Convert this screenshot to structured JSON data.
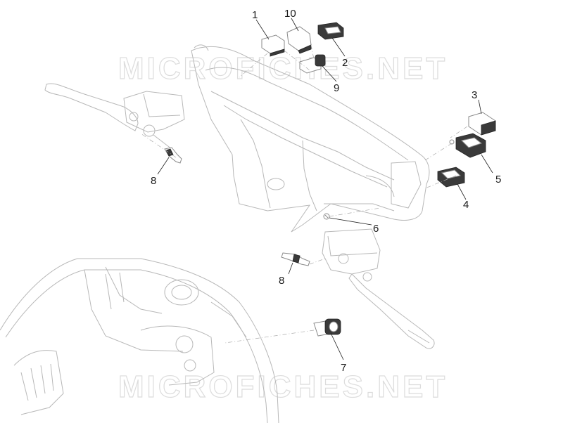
{
  "watermark": "MICROFICHES.NET",
  "callouts": [
    {
      "id": "c1",
      "text": "1"
    },
    {
      "id": "c10",
      "text": "10"
    },
    {
      "id": "c2",
      "text": "2"
    },
    {
      "id": "c9",
      "text": "9"
    },
    {
      "id": "c3",
      "text": "3"
    },
    {
      "id": "c5",
      "text": "5"
    },
    {
      "id": "c4",
      "text": "4"
    },
    {
      "id": "c6",
      "text": "6"
    },
    {
      "id": "c8a",
      "text": "8"
    },
    {
      "id": "c8b",
      "text": "8"
    },
    {
      "id": "c7",
      "text": "7"
    }
  ]
}
